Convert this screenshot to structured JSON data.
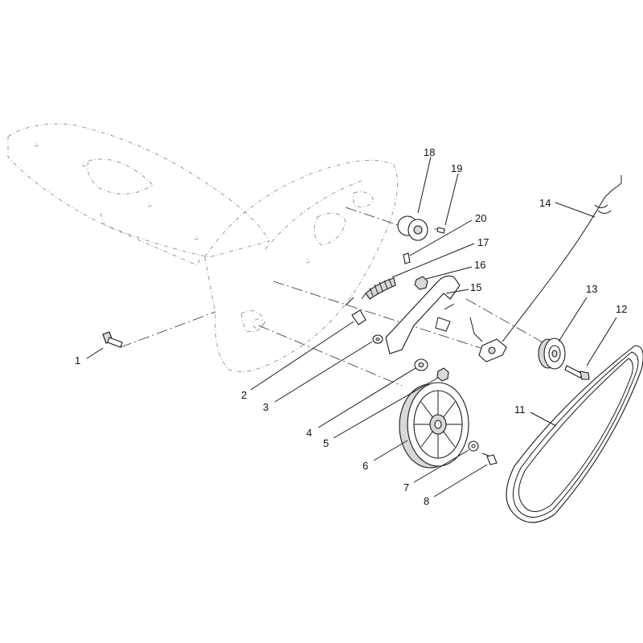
{
  "callouts": {
    "c1": "1",
    "c2": "2",
    "c3": "3",
    "c4": "4",
    "c5": "5",
    "c6": "6",
    "c7": "7",
    "c8": "8",
    "c11": "11",
    "c12": "12",
    "c13": "13",
    "c14": "14",
    "c15": "15",
    "c16": "16",
    "c17": "17",
    "c18": "18",
    "c19": "19",
    "c20": "20"
  }
}
